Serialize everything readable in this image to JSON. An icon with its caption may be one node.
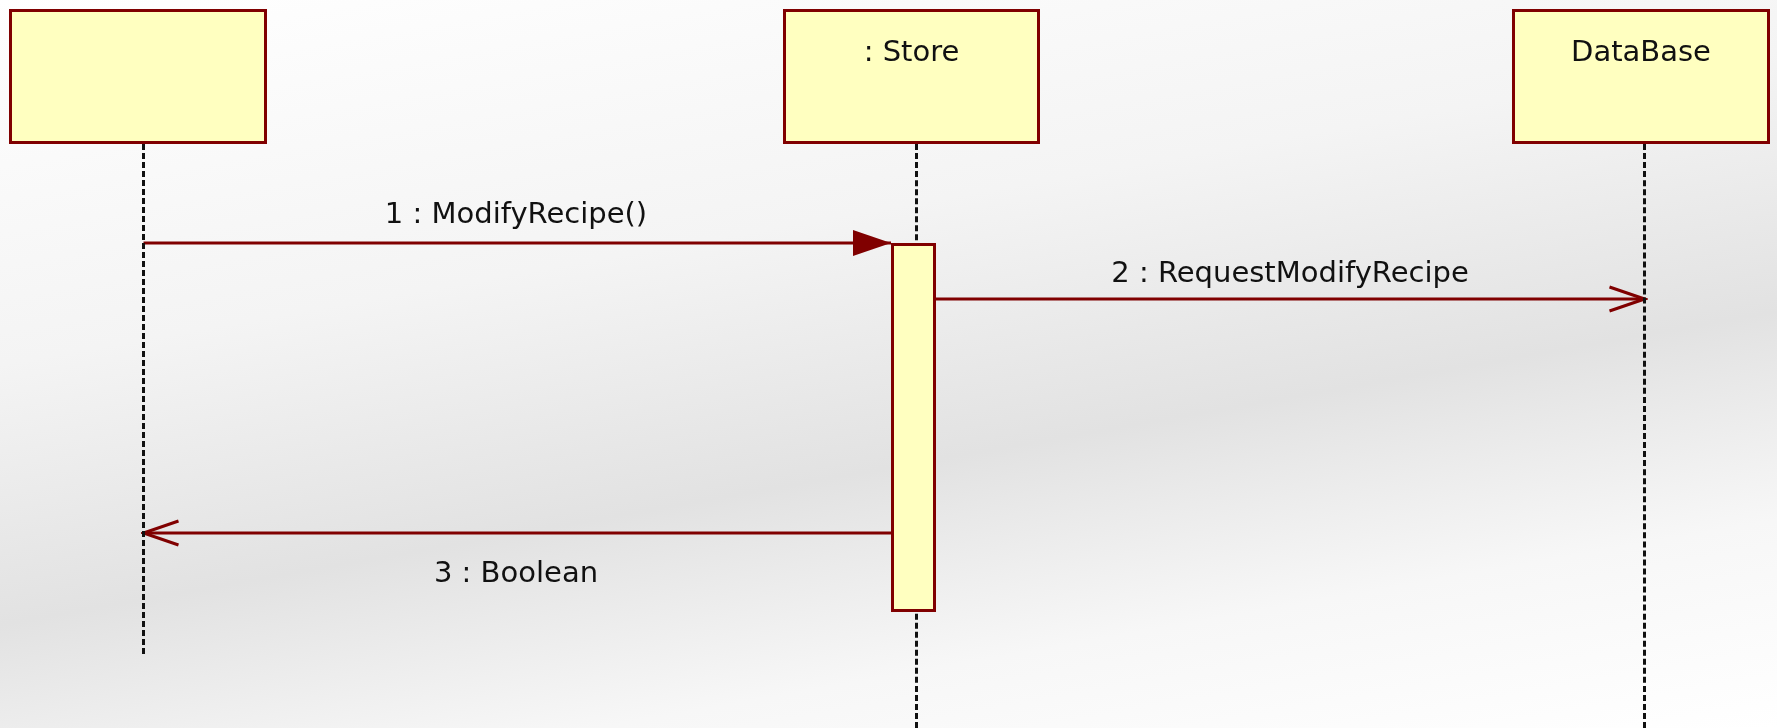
{
  "diagram": {
    "nodes": [
      {
        "text": [],
        "shape": "box"
      },
      {
        "text": [
          ": Store"
        ]
      },
      {
        "text": [
          "DataBase"
        ]
      },
      {
        "text": [],
        "shape": "line"
      },
      {
        "text": [],
        "shape": "line"
      },
      {
        "text": [],
        "shape": "bar"
      },
      {
        "text": [],
        "shape": "line"
      }
    ],
    "edges": [
      {
        "from": 3,
        "to": 5,
        "arrow": "to",
        "label": "1 : ModifyRecipe()"
      },
      {
        "from": 5,
        "to": 6,
        "arrow": "to",
        "label": "2 : RequestModifyRecipe"
      },
      {
        "from": 5,
        "to": 3,
        "arrow": "to",
        "label": "3 : Boolean"
      }
    ]
  }
}
